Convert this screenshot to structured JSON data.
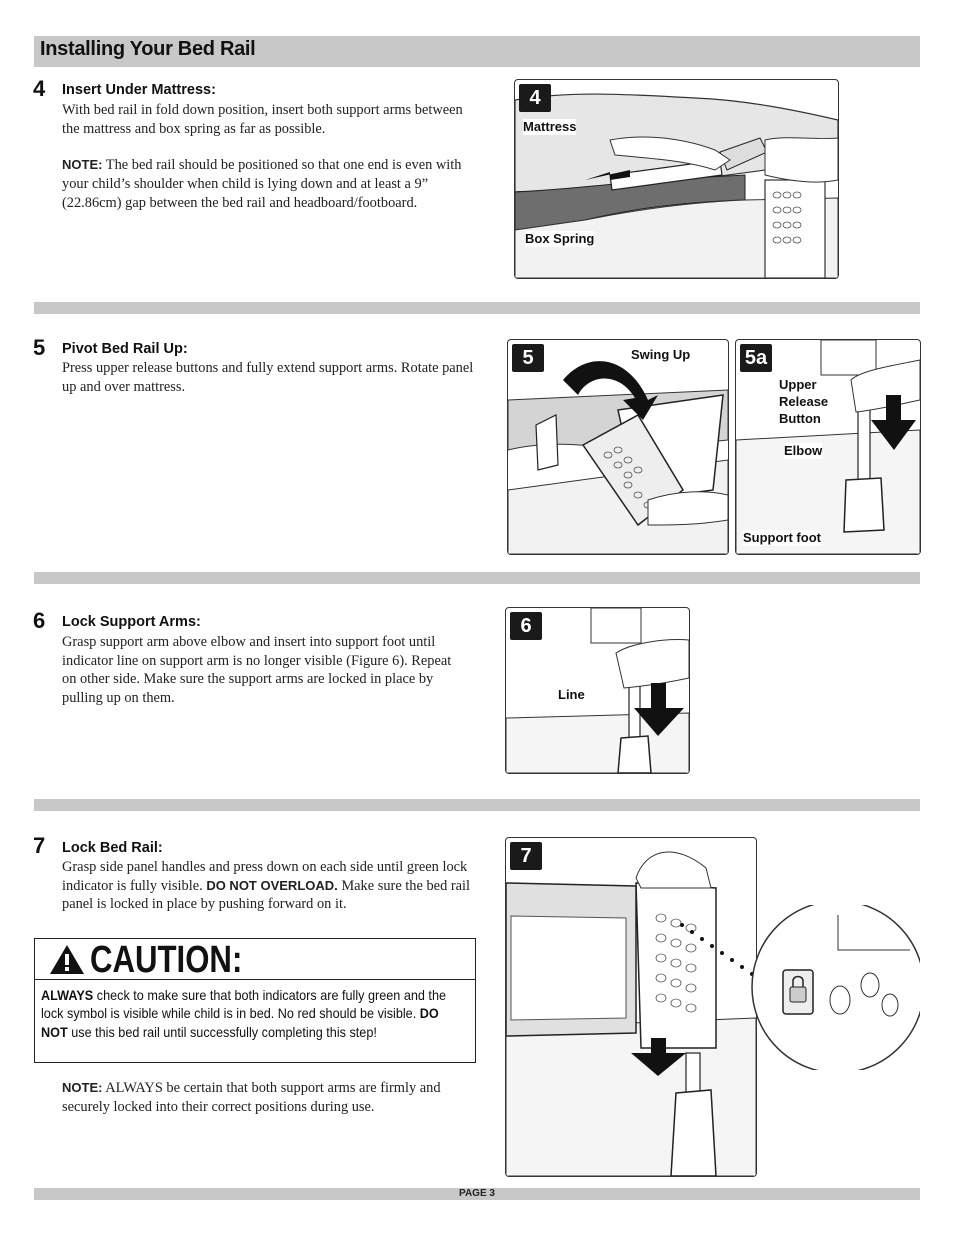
{
  "header": {
    "title": "Installing Your Bed Rail"
  },
  "steps": [
    {
      "number": "4",
      "title": "Insert Under Mattress:",
      "body": "With bed rail in fold down position, insert both support arms between the mattress and box spring as far as possible.",
      "note_label": "NOTE:",
      "note_text": "The bed rail should be positioned so that one end is even with your child’s shoulder when child is lying down and at least a 9” (22.86cm) gap between the bed rail and headboard/footboard.",
      "figure": {
        "badge": "4",
        "labels": [
          "Mattress",
          "Box Spring"
        ]
      }
    },
    {
      "number": "5",
      "title": "Pivot Bed Rail Up:",
      "body": "Press upper release buttons and fully extend support arms. Rotate panel up and over mattress.",
      "figure": {
        "badge": "5",
        "labels": [
          "Swing Up"
        ]
      },
      "figure_b": {
        "badge": "5a",
        "labels": [
          "Upper",
          "Release",
          "Button",
          "Elbow",
          "Support foot"
        ]
      }
    },
    {
      "number": "6",
      "title": "Lock Support Arms:",
      "body": "Grasp support arm above elbow and insert into support foot until indicator line on support arm is no longer visible (Figure 6). Repeat on other side. Make sure the support arms are locked in place by pulling up on them.",
      "figure": {
        "badge": "6",
        "labels": [
          "Line"
        ]
      }
    },
    {
      "number": "7",
      "title": "Lock Bed Rail:",
      "body_a": "Grasp side panel handles and press down on each side until green lock indicator is fully visible.",
      "body_bold": "DO NOT OVERLOAD.",
      "body_b": "Make sure the bed rail panel is locked in place by pushing forward on it.",
      "figure": {
        "badge": "7"
      }
    }
  ],
  "caution": {
    "title": "CAUTION:",
    "word_always": "ALWAYS",
    "text_a": "check to make sure that both indicators are fully green and the lock symbol is visible while child is in bed. No red should be visible.",
    "word_donot": "DO NOT",
    "text_b": "use this bed rail until successfully completing this step!"
  },
  "note7": {
    "label": "NOTE:",
    "text": "ALWAYS be certain that both support arms are firmly and securely locked into their correct positions during use."
  },
  "footer": {
    "page": "PAGE 3"
  }
}
